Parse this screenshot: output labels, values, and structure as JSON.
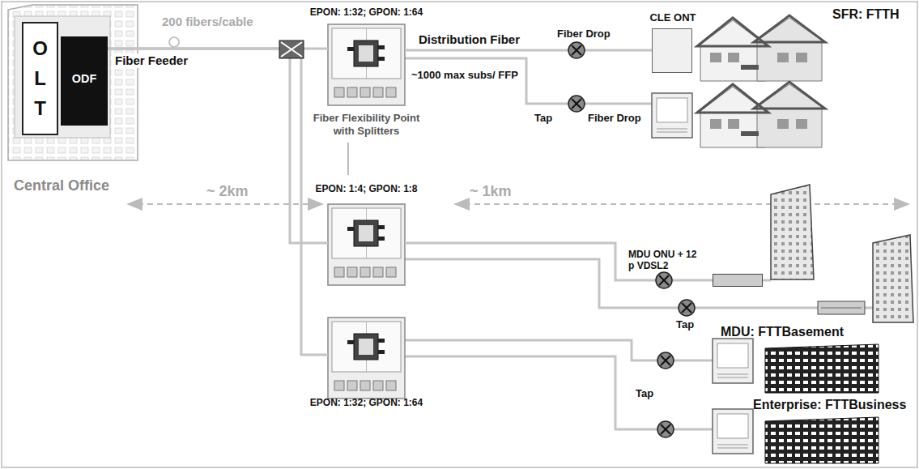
{
  "diagram": {
    "nodes": [
      {
        "text": [
          "Central Office"
        ]
      },
      {
        "text": [
          "OLT"
        ],
        "in": 0
      },
      {
        "text": [
          "ODF"
        ],
        "in": 0
      },
      {
        "text": [
          "EPON: 1:32; GPON: 1:64",
          "Fiber Flexibility Point with Splitters"
        ]
      },
      {
        "text": [
          "EPON: 1:4; GPON: 1:8"
        ]
      },
      {
        "text": [
          "EPON: 1:32; GPON: 1:64"
        ]
      },
      {
        "text": [
          "CLE ONT"
        ]
      },
      {
        "text": [
          "MDU ONU + 12 p VDSL2"
        ]
      }
    ],
    "edges": [
      {
        "from": 2,
        "to": 3,
        "arrow": "none",
        "label": "Fiber Feeder"
      },
      {
        "from": 2,
        "to": 4,
        "arrow": "none"
      },
      {
        "from": 2,
        "to": 5,
        "arrow": "none"
      },
      {
        "from": 3,
        "to": 6,
        "arrow": "none",
        "label": "Distribution Fiber"
      },
      {
        "from": 4,
        "to": 7,
        "arrow": "none"
      }
    ],
    "labels": [
      "200 fibers/cable",
      "~ 2km",
      "~1000 max subs/ FFP",
      "~ 1km",
      "Fiber Drop",
      "Tap",
      "Fiber Drop",
      "SFR: FTTH",
      "Tap",
      "MDU: FTTBasement",
      "Tap",
      "Enterprise: FTTBusiness"
    ]
  }
}
